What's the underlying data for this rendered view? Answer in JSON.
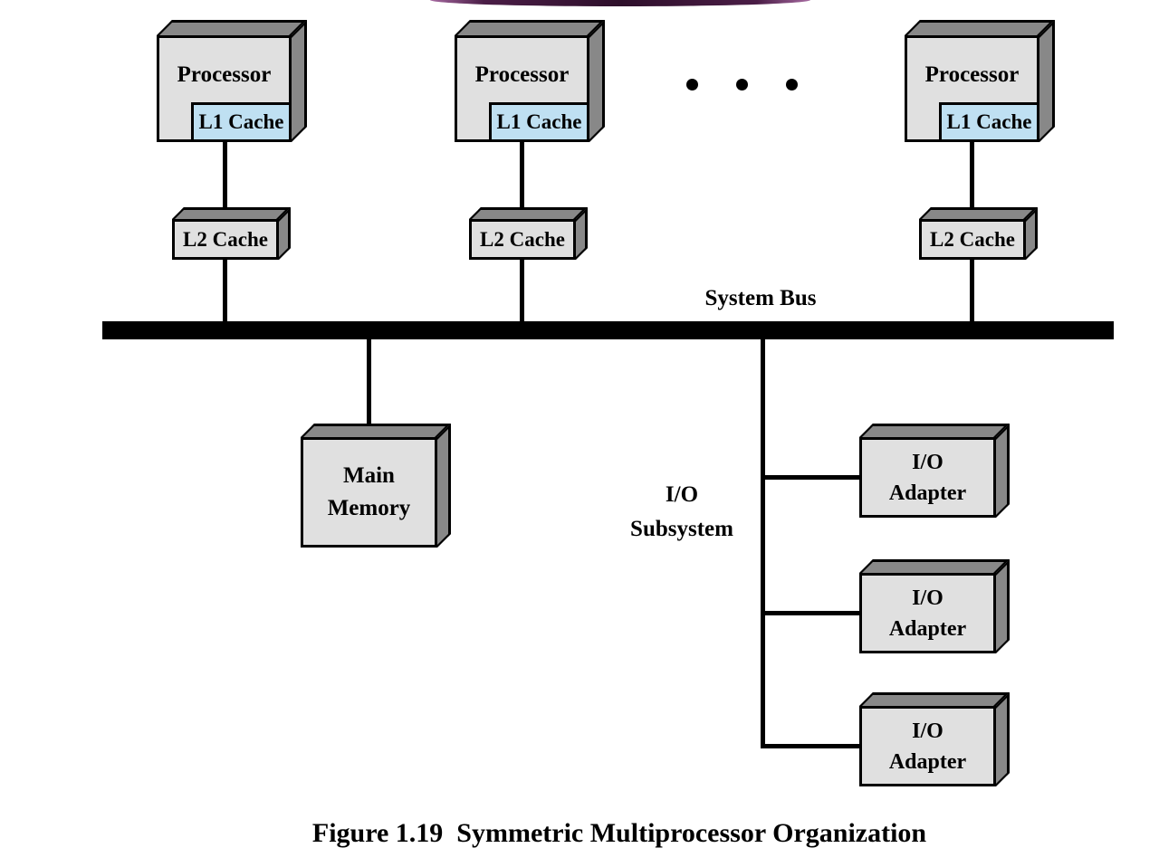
{
  "diagram": {
    "processors": [
      {
        "label": "Processor",
        "cache": "L1 Cache"
      },
      {
        "label": "Processor",
        "cache": "L1 Cache"
      },
      {
        "label": "Processor",
        "cache": "L1 Cache"
      }
    ],
    "l2_caches": [
      {
        "label": "L2 Cache"
      },
      {
        "label": "L2 Cache"
      },
      {
        "label": "L2 Cache"
      }
    ],
    "system_bus_label": "System Bus",
    "main_memory": {
      "line1": "Main",
      "line2": "Memory"
    },
    "io_subsystem": {
      "line1": "I/O",
      "line2": "Subsystem"
    },
    "io_adapters": [
      {
        "line1": "I/O",
        "line2": "Adapter"
      },
      {
        "line1": "I/O",
        "line2": "Adapter"
      },
      {
        "line1": "I/O",
        "line2": "Adapter"
      }
    ],
    "caption": "Figure 1.19  Symmetric Multiprocessor Organization"
  },
  "colors": {
    "box_front": "#e0e0e0",
    "box_shade": "#888888",
    "l1_cache_fill": "#bfe0f2",
    "bus_and_lines": "#000000",
    "decoration_purple_dark": "#2e0f2b",
    "decoration_purple_light": "#a76aa1"
  }
}
